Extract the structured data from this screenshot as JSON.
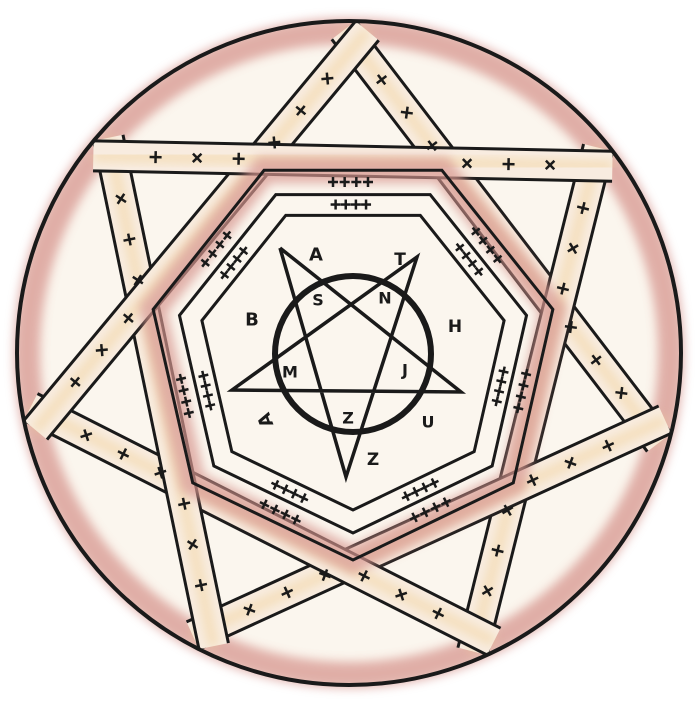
{
  "illustration": {
    "subject": "seal-of-solomon-style magic circle",
    "colors": {
      "paper": "#fbf6ee",
      "ink": "#1a1a1a",
      "rose_wash": "#d7968f",
      "ochre_wash": "#f2d49f",
      "band_fill": "#f8ece0"
    },
    "pentagram_letters": [
      "A",
      "T",
      "H",
      "U",
      "Z",
      "B",
      "A",
      "S",
      "N",
      "J",
      "Z",
      "M"
    ]
  }
}
